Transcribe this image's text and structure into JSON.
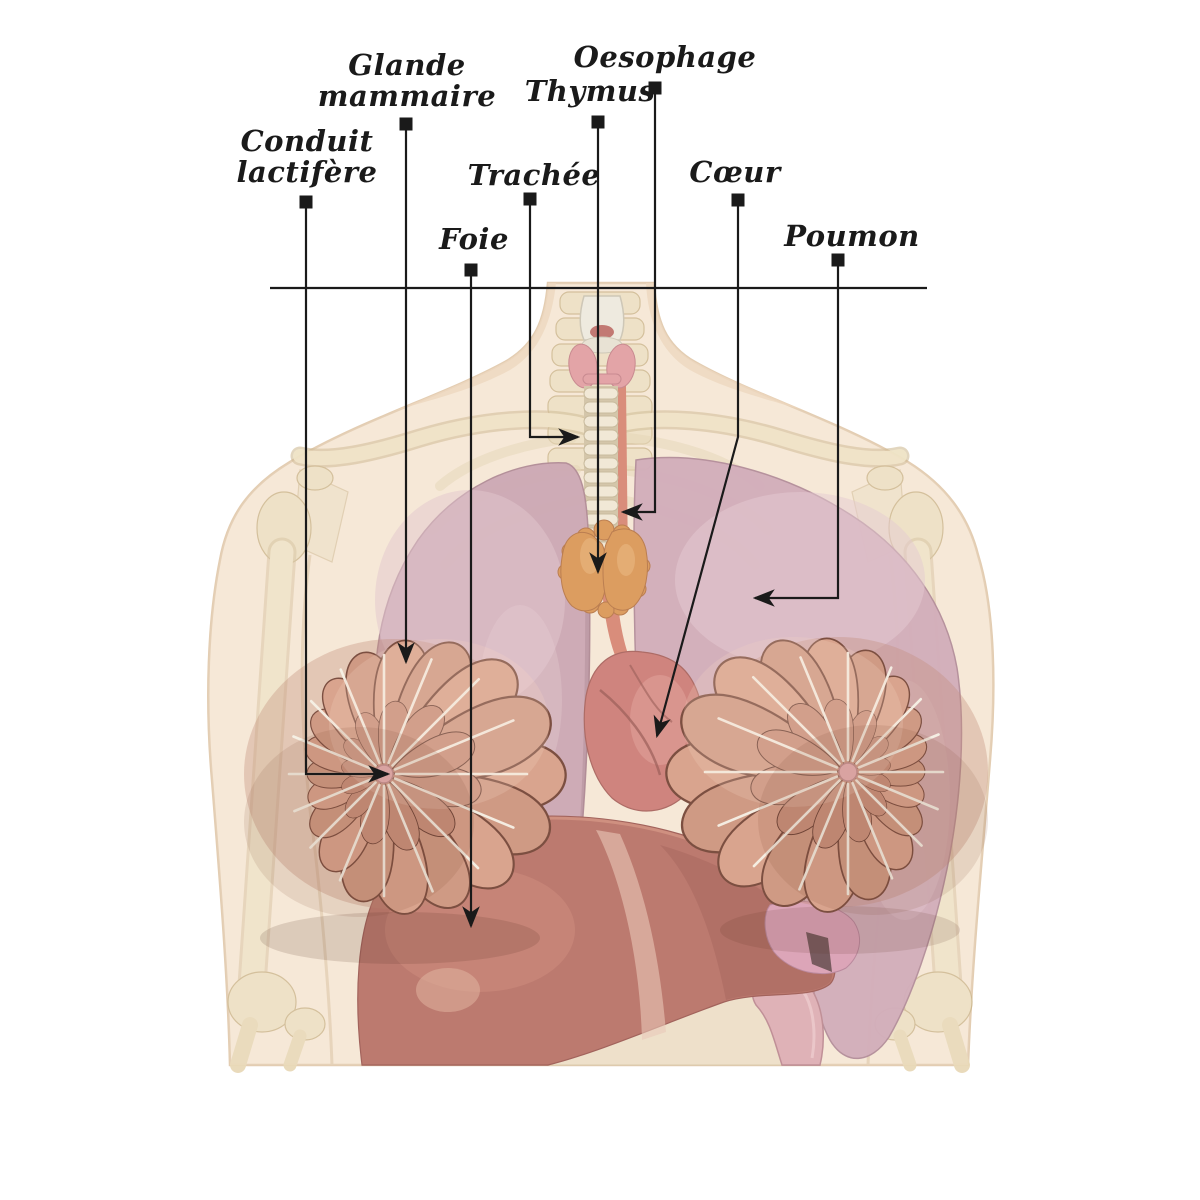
{
  "diagram": {
    "labels": [
      {
        "id": "glande-mammaire",
        "text": "Glande\nmammaire"
      },
      {
        "id": "oesophage",
        "text": "Oesophage"
      },
      {
        "id": "thymus",
        "text": "Thymus"
      },
      {
        "id": "conduit-lactifere",
        "text": "Conduit\nlactifère"
      },
      {
        "id": "trachee",
        "text": "Trachée"
      },
      {
        "id": "coeur",
        "text": "Cœur"
      },
      {
        "id": "foie",
        "text": "Foie"
      },
      {
        "id": "poumon",
        "text": "Poumon"
      }
    ],
    "colors": {
      "background": "#ffffff",
      "annotation": "#1a1a1a",
      "skin": "#f6e8d7",
      "bone": "#ece0c4",
      "lung": "#c9a2b2",
      "heart": "#c97671",
      "thymus": "#d8924f",
      "liver": "#b46a60",
      "breast": "#d7a18c",
      "trachea": "#f0e9d6",
      "esophagus": "#d5806e",
      "thyroid": "#e09aa0",
      "intestine": "#dcaab2"
    }
  }
}
